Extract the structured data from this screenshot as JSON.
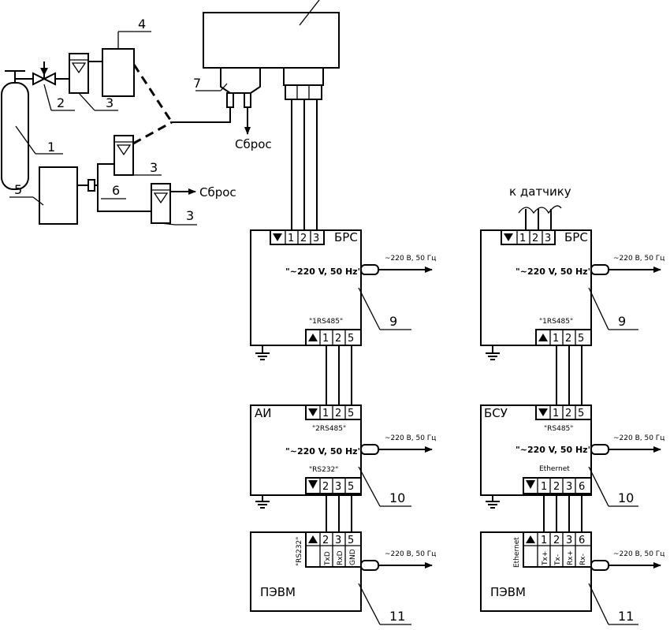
{
  "gas_scheme": {
    "pos_numbers": [
      "1",
      "2",
      "3",
      "3",
      "3",
      "4",
      "5",
      "6",
      "7"
    ],
    "exhaust_label": "Сброс"
  },
  "blocks": {
    "brs_title": "БРС",
    "ai_title": "АИ",
    "bsu_title": "БСУ",
    "pc_title": "ПЭВМ",
    "power_spec": "\"~220 V, 50 Hz\"",
    "mains_label": "~220 В, 50 Гц",
    "iface_1rs485": "\"1RS485\"",
    "iface_2rs485": "\"2RS485\"",
    "iface_rs485": "\"RS485\"",
    "iface_rs232": "\"RS232\"",
    "iface_ethernet": "Ethernet",
    "to_sensor": "к датчику",
    "pc_port_rs232": "\"RS232\"",
    "pc_port_ethernet": "Ethernet"
  },
  "pins": {
    "analyzer_out": [
      "1",
      "2",
      "3"
    ],
    "sensor_in": [
      "1",
      "2",
      "3"
    ],
    "rs485_out": [
      "1",
      "2",
      "5"
    ],
    "rs232": [
      "2",
      "3",
      "5"
    ],
    "ethernet": [
      "1",
      "2",
      "3",
      "6"
    ]
  },
  "pc_rs232_signals": [
    "TxD",
    "RxD",
    "GND"
  ],
  "pc_eth_signals": [
    "Tx+",
    "Tx-",
    "Rx+",
    "Rx-"
  ],
  "callouts": {
    "brs": "9",
    "converter": "10",
    "pc": "11"
  }
}
